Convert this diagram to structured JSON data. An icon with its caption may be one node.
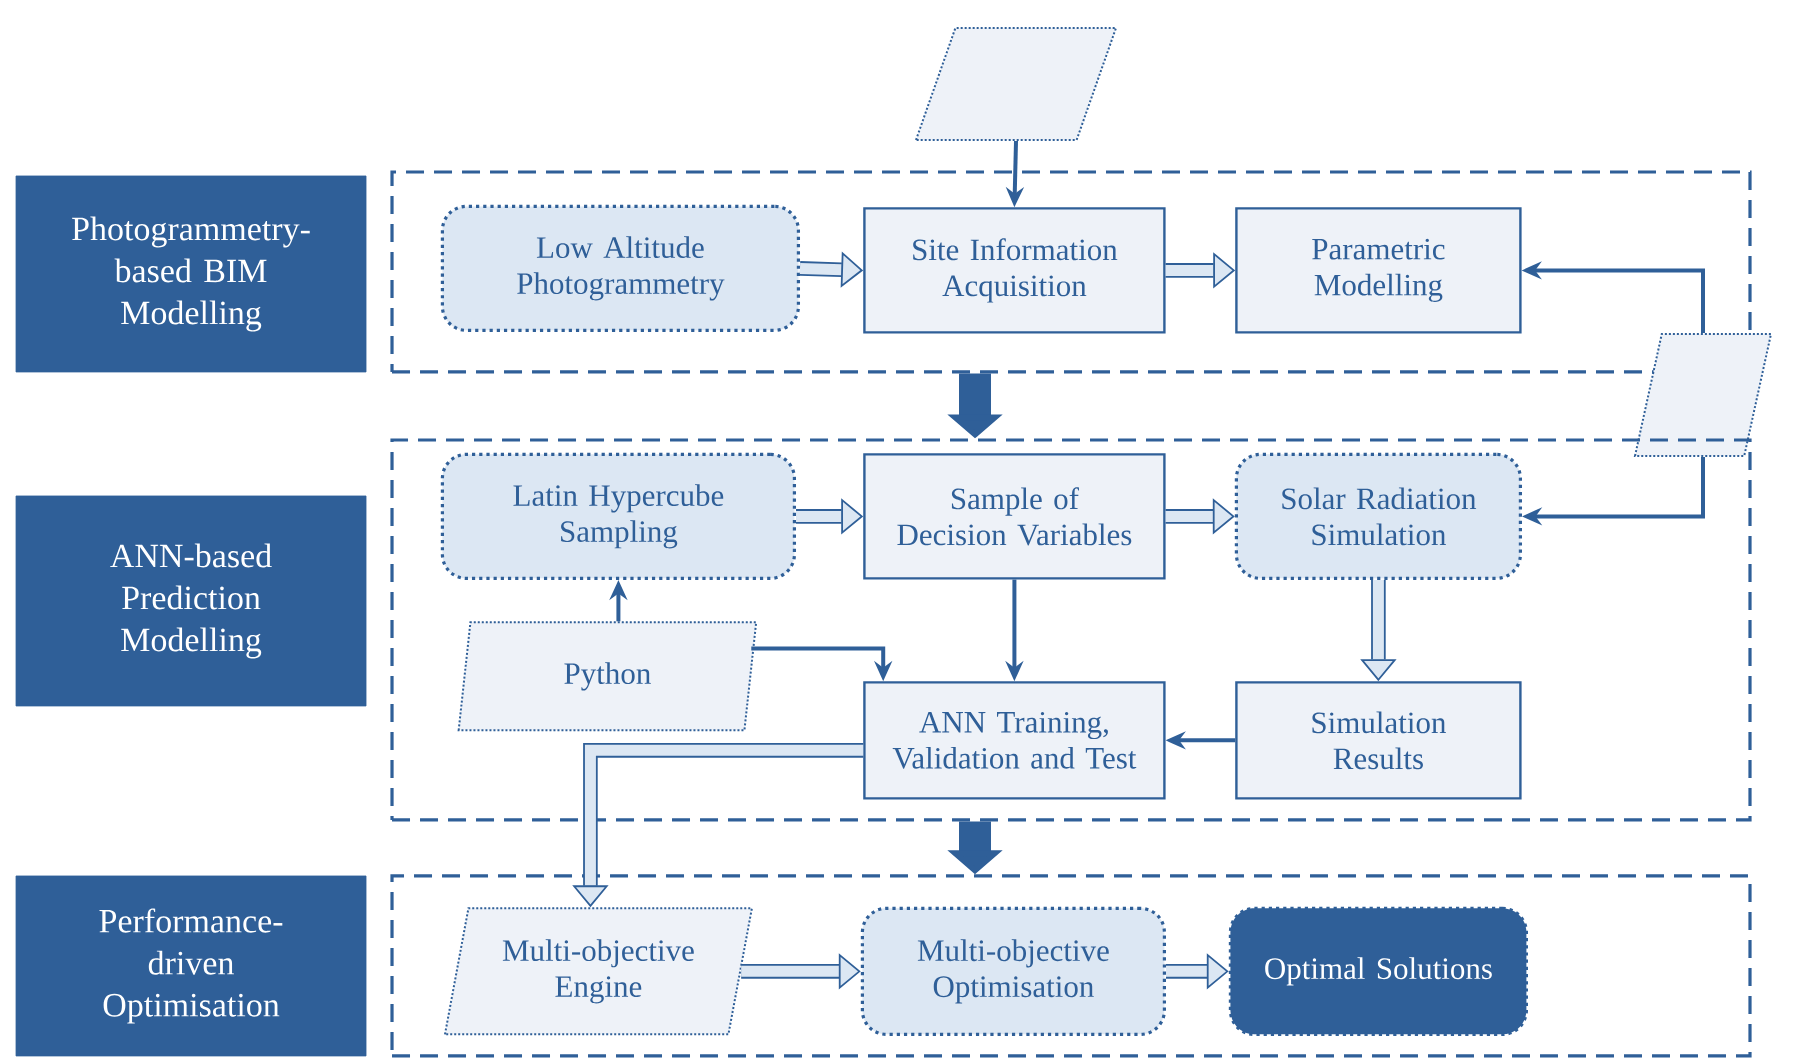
{
  "diagram": {
    "nodes": [
      {
        "text": [],
        "shape": "parallelogram"
      },
      {
        "text": [
          "Photogrammetry-based BIM Modelling"
        ]
      },
      {
        "text": [],
        "shape": "box"
      },
      {
        "text": [
          "Low Altitude Photogrammetry"
        ],
        "in": 2
      },
      {
        "text": [
          "Site Information Acquisition"
        ],
        "in": 2
      },
      {
        "text": [
          "Parametric Modelling"
        ],
        "in": 2
      },
      {
        "text": [],
        "shape": "parallelogram"
      },
      {
        "text": [
          "ANN-based Prediction Modelling"
        ]
      },
      {
        "text": [],
        "shape": "box"
      },
      {
        "text": [
          "Latin Hypercube Sampling"
        ],
        "in": 8
      },
      {
        "text": [
          "Sample of Decision Variables"
        ],
        "in": 8
      },
      {
        "text": [
          "Solar Radiation Simulation"
        ],
        "in": 8
      },
      {
        "text": [
          "Python"
        ],
        "in": 8
      },
      {
        "text": [
          "ANN Training, Validation and Test"
        ],
        "in": 8
      },
      {
        "text": [
          "Simulation Results"
        ],
        "in": 8
      },
      {
        "text": [
          "Performance-driven Optimisation"
        ]
      },
      {
        "text": [],
        "shape": "box"
      },
      {
        "text": [
          "Multi-objective Engine"
        ],
        "in": 16
      },
      {
        "text": [
          "Multi-objective Optimisation"
        ],
        "in": 16
      },
      {
        "text": [
          "Optimal Solutions"
        ],
        "in": 16
      }
    ],
    "edges": [
      {
        "from": 0,
        "to": 4,
        "arrow": "to"
      },
      {
        "from": 3,
        "to": 4,
        "arrow": "to"
      },
      {
        "from": 4,
        "to": 5,
        "arrow": "to"
      },
      {
        "from": 6,
        "to": 5,
        "arrow": "to"
      },
      {
        "from": 6,
        "to": 11,
        "arrow": "to"
      },
      {
        "from": 2,
        "to": 8,
        "arrow": "to",
        "style": "thick"
      },
      {
        "from": 9,
        "to": 10,
        "arrow": "to"
      },
      {
        "from": 10,
        "to": 11,
        "arrow": "to"
      },
      {
        "from": 12,
        "to": 9,
        "arrow": "to"
      },
      {
        "from": 12,
        "to": 13,
        "arrow": "to"
      },
      {
        "from": 10,
        "to": 13,
        "arrow": "to"
      },
      {
        "from": 11,
        "to": 14,
        "arrow": "to"
      },
      {
        "from": 14,
        "to": 13,
        "arrow": "to"
      },
      {
        "from": 13,
        "to": 17,
        "arrow": "to"
      },
      {
        "from": 8,
        "to": 16,
        "arrow": "to",
        "style": "thick"
      },
      {
        "from": 17,
        "to": 18,
        "arrow": "to"
      },
      {
        "from": 18,
        "to": 19,
        "arrow": "to"
      }
    ]
  }
}
